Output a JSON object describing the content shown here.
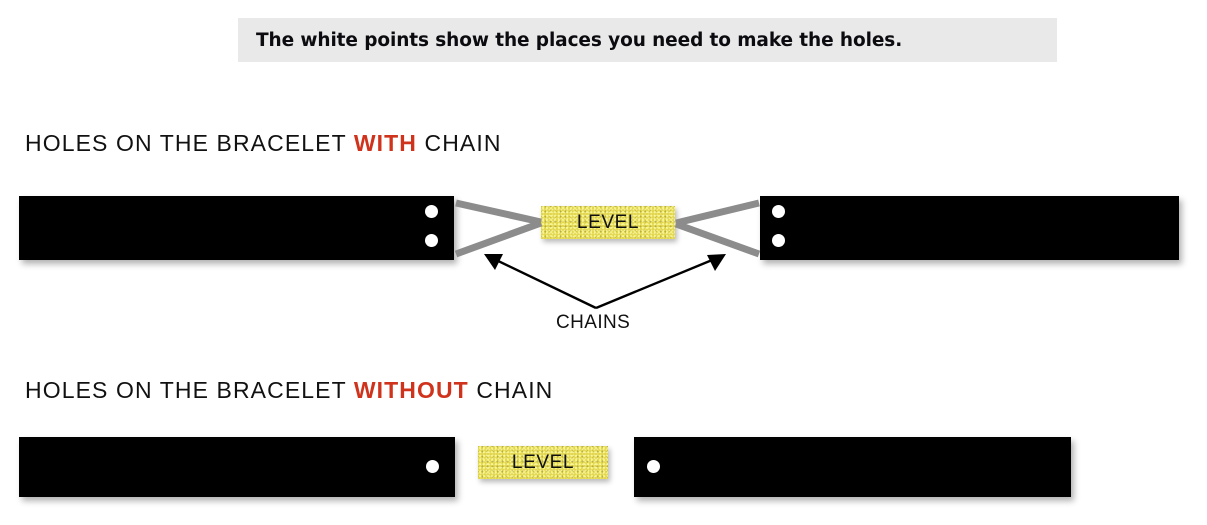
{
  "banner": {
    "text": "The white points show the places you need to make the holes."
  },
  "sections": {
    "with_chain": {
      "heading_prefix": "HOLES ON THE BRACELET ",
      "heading_highlight": "WITH",
      "heading_suffix": " CHAIN",
      "level_label": "LEVEL",
      "chains_caption": "CHAINS"
    },
    "without_chain": {
      "heading_prefix": "HOLES ON THE BRACELET ",
      "heading_highlight": "WITHOUT",
      "heading_suffix": " CHAIN",
      "level_label": "LEVEL"
    }
  },
  "colors": {
    "banner_background": "#e9e9e9",
    "highlight_red": "#d0331c",
    "strip_black": "#000000",
    "hole_white": "#ffffff",
    "level_yellow": "#e2d74f",
    "chain_gray": "#8c8c8c",
    "text_black": "#111111"
  },
  "diagram": {
    "with_chain": {
      "left_strip_holes": 2,
      "right_strip_holes": 2,
      "chain_count": 2
    },
    "without_chain": {
      "left_strip_holes": 1,
      "right_strip_holes": 1,
      "chain_count": 0
    }
  }
}
